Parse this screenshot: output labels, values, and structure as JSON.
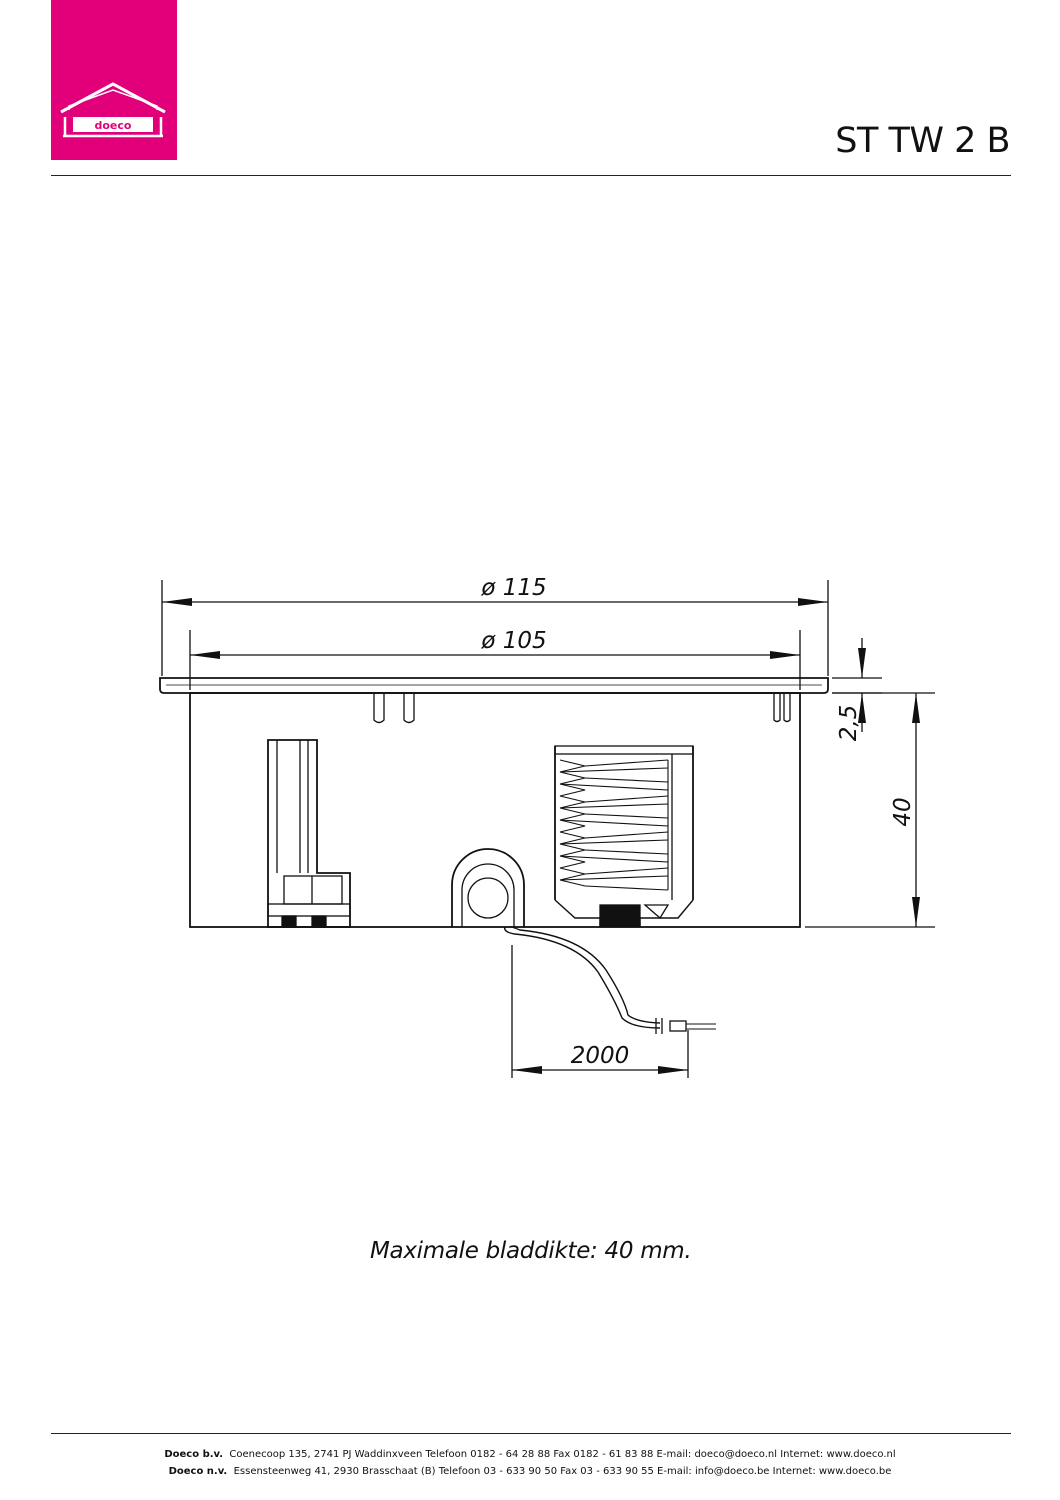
{
  "header": {
    "logo_text": "doeco",
    "product_code": "ST TW 2 B"
  },
  "drawing": {
    "dimensions": {
      "outer_diameter": "ø 115",
      "inner_diameter": "ø 105",
      "flange_thickness": "2,5",
      "depth": "40",
      "cable_length": "2000"
    }
  },
  "caption": "Maximale bladdikte: 40 mm.",
  "footer": {
    "nl": {
      "company": "Doeco b.v.",
      "details": "Coenecoop 135,   2741 PJ  Waddinxveen   Telefoon 0182 - 64 28 88   Fax 0182 - 61 83 88   E-mail: doeco@doeco.nl   Internet: www.doeco.nl"
    },
    "be": {
      "company": "Doeco n.v.",
      "details": "Essensteenweg 41, 2930  Brasschaat (B)   Telefoon 03 - 633 90 50   Fax 03 - 633 90 55   E-mail: info@doeco.be   Internet: www.doeco.be"
    }
  },
  "colors": {
    "brand": "#e2007a",
    "ink": "#1a1a1a"
  }
}
